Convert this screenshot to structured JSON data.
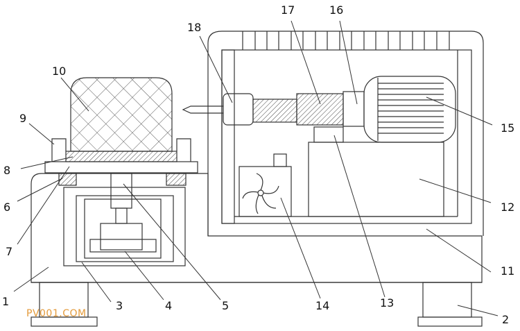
{
  "labels": {
    "l1": "1",
    "l2": "2",
    "l3": "3",
    "l4": "4",
    "l5": "5",
    "l6": "6",
    "l7": "7",
    "l8": "8",
    "l9": "9",
    "l10": "10",
    "l11": "11",
    "l12": "12",
    "l13": "13",
    "l14": "14",
    "l15": "15",
    "l16": "16",
    "l17": "17",
    "l18": "18"
  },
  "watermark": "PV001.COM",
  "colors": {
    "line": "#333333",
    "watermark": "#e39a3a"
  }
}
